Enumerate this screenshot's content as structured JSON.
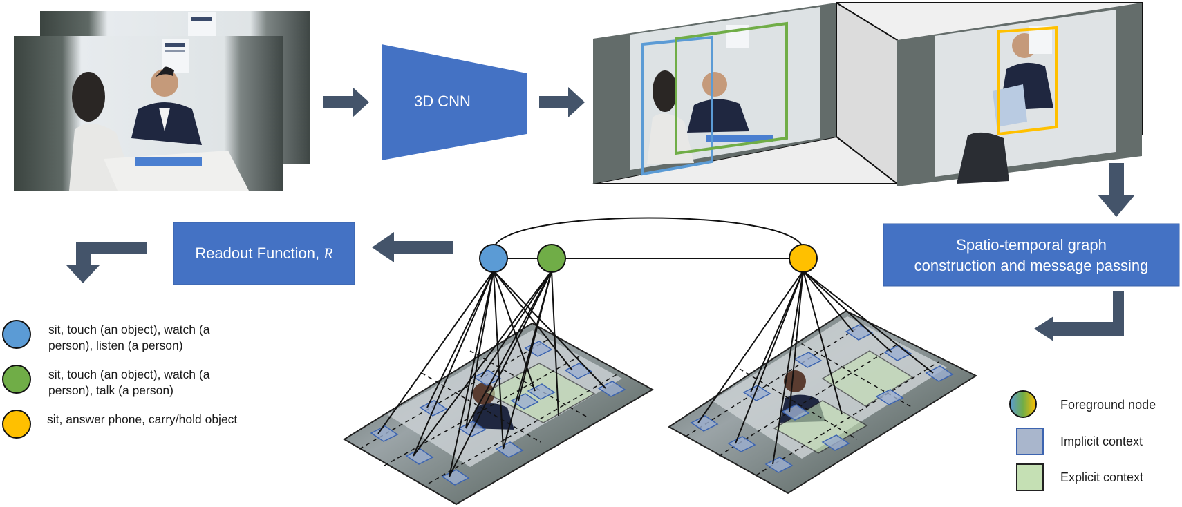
{
  "boxes": {
    "cnn": "3D CNN",
    "readout_prefix": "Readout Function, ",
    "readout_symbol": "R",
    "graph_line1": "Spatio-temporal graph",
    "graph_line2": "construction and message passing"
  },
  "actions": [
    {
      "text": "sit, touch (an object), watch (a person), listen (a person)",
      "color": "#5b9bd5"
    },
    {
      "text": "sit, touch (an object), watch (a person), talk (a person)",
      "color": "#70ad47"
    },
    {
      "text": "sit, answer phone, carry/hold object",
      "color": "#ffc000"
    }
  ],
  "legend": {
    "foreground": "Foreground node",
    "implicit": "Implicit context",
    "explicit": "Explicit context"
  },
  "colors": {
    "box_blue": "#4472c4",
    "arrow": "#44546a",
    "node_blue": "#5b9bd5",
    "node_green": "#70ad47",
    "node_yellow": "#ffc000",
    "implicit_fill": "#a9b6cc",
    "explicit_fill": "#c5e0b4"
  },
  "icons": {
    "video_frames": "office-scene-photo",
    "feature_volume": "feature-map-volume",
    "grid_maps": "spatial-feature-grid"
  }
}
